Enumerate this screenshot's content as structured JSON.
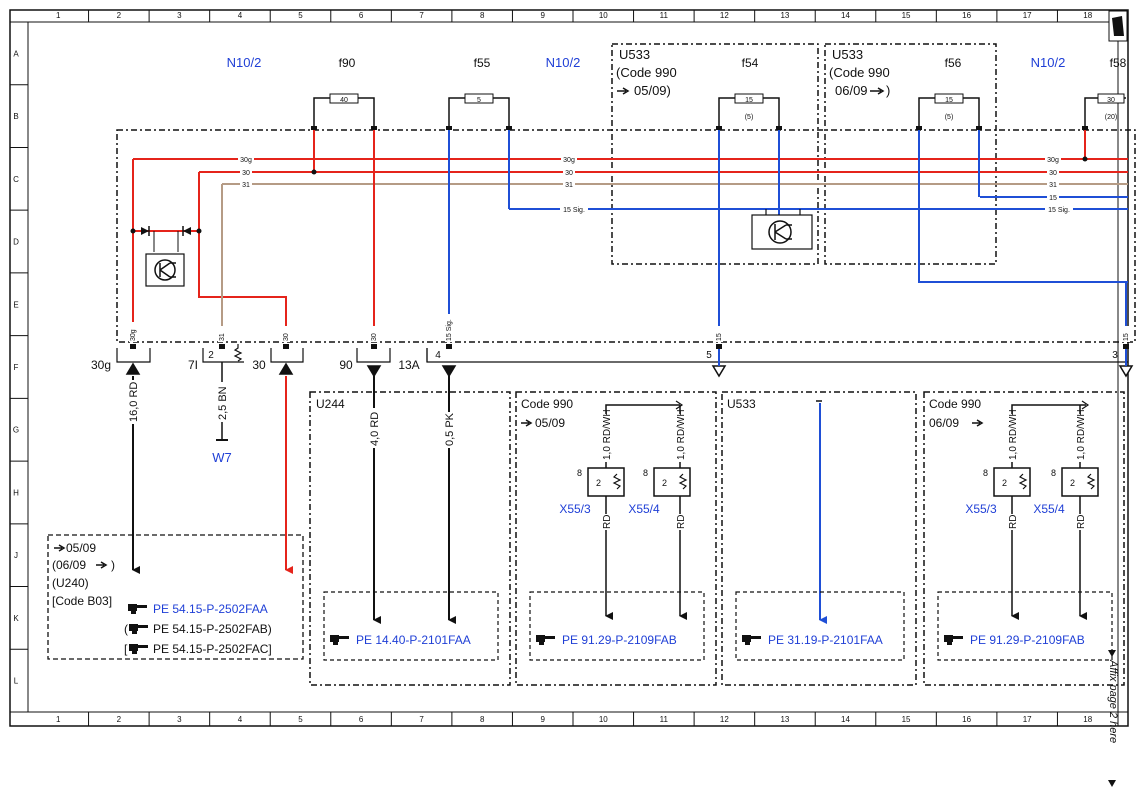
{
  "grid": {
    "columns": [
      "1",
      "2",
      "3",
      "4",
      "5",
      "6",
      "7",
      "8",
      "9",
      "10",
      "11",
      "12",
      "13",
      "14",
      "15",
      "16",
      "17",
      "18"
    ],
    "rows": [
      "A",
      "B",
      "C",
      "D",
      "E",
      "F",
      "G",
      "H",
      "J",
      "K",
      "L"
    ]
  },
  "colors": {
    "red": "#e5241b",
    "blue": "#1f4fd6",
    "brown": "#b59b85",
    "black": "#111111",
    "link_blue": "#1f3fd6"
  },
  "icons": [
    "pointing-hand-icon",
    "transistor-icon",
    "diode-icon",
    "resistor-icon",
    "ground-icon"
  ],
  "top_labels": {
    "n10_2_a": "N10/2",
    "f90": "f90",
    "f55": "f55",
    "n10_2_b": "N10/2",
    "f54": "f54",
    "f56": "f56",
    "n10_2_c": "N10/2",
    "f58": "f58"
  },
  "fuses": {
    "f90_rating": "40",
    "f55_rating": "5",
    "f54_rating": "15",
    "f54_sub": "(5)",
    "f56_rating": "15",
    "f56_sub": "(5)",
    "f58_rating": "30",
    "f58_sub": "(20)"
  },
  "u533_box1": {
    "line1": "U533",
    "line2": "(Code 990",
    "line3": "05/09)"
  },
  "u533_box2": {
    "line1": "U533",
    "line2": "(Code 990",
    "line3": "06/09",
    "line3b": ")"
  },
  "bus_labels": {
    "l30g": "30g",
    "l30": "30",
    "l31": "31",
    "l15": "15",
    "l15sig": "15 Sig."
  },
  "pin_labels": {
    "p30g": "30g",
    "p31": "31",
    "p30": "30",
    "p30b": "30",
    "p15sig": "15 Sig.",
    "p15a": "15",
    "p15b": "15"
  },
  "connectors": {
    "c30g": "30g",
    "c7i": "7I",
    "c2": "2",
    "c30": "30",
    "c90": "90",
    "c13a": "13A",
    "c4": "4",
    "c5": "5",
    "c3": "3"
  },
  "wires": {
    "w16rd": "16,0 RD",
    "w25bn": "2,5 BN",
    "w40rd": "4,0 RD",
    "w05pk": "0,5 PK",
    "w10rdwh_a": "1,0 RD/WH",
    "w10rdwh_b": "1,0 RD/WH",
    "w10rdwh_c": "1,0 RD/WH",
    "w10rdwh_d": "1,0 RD/WH",
    "rd_a": "RD",
    "rd_b": "RD",
    "rd_c": "RD",
    "rd_d": "RD"
  },
  "w7": "W7",
  "sections": {
    "u240_l1": "05/09",
    "u240_l2": "(06/09",
    "u240_l2b": ")",
    "u240_l3": "(U240)",
    "u240_l4": "[Code B03]",
    "u240_ref1": "PE 54.15-P-2502FAA",
    "u240_ref2_pre": "(",
    "u240_ref2": "PE 54.15-P-2502FAB)",
    "u240_ref3_pre": "[",
    "u240_ref3": "PE 54.15-P-2502FAC]",
    "u244": "U244",
    "u244_ref": "PE 14.40-P-2101FAA",
    "code990_a_l1": "Code 990",
    "code990_a_l2": "05/09",
    "code990_a_ref": "PE 91.29-P-2109FAB",
    "u533": "U533",
    "u533_ref": "PE 31.19-P-2101FAA",
    "code990_b_l1": "Code 990",
    "code990_b_l2": "06/09",
    "code990_b_ref": "PE 91.29-P-2109FAB"
  },
  "plugs": {
    "x55_3_a": "X55/3",
    "x55_4_a": "X55/4",
    "x55_3_b": "X55/3",
    "x55_4_b": "X55/4",
    "pin8": "8",
    "pin2": "2"
  },
  "side_note": "Affix page 2 here"
}
